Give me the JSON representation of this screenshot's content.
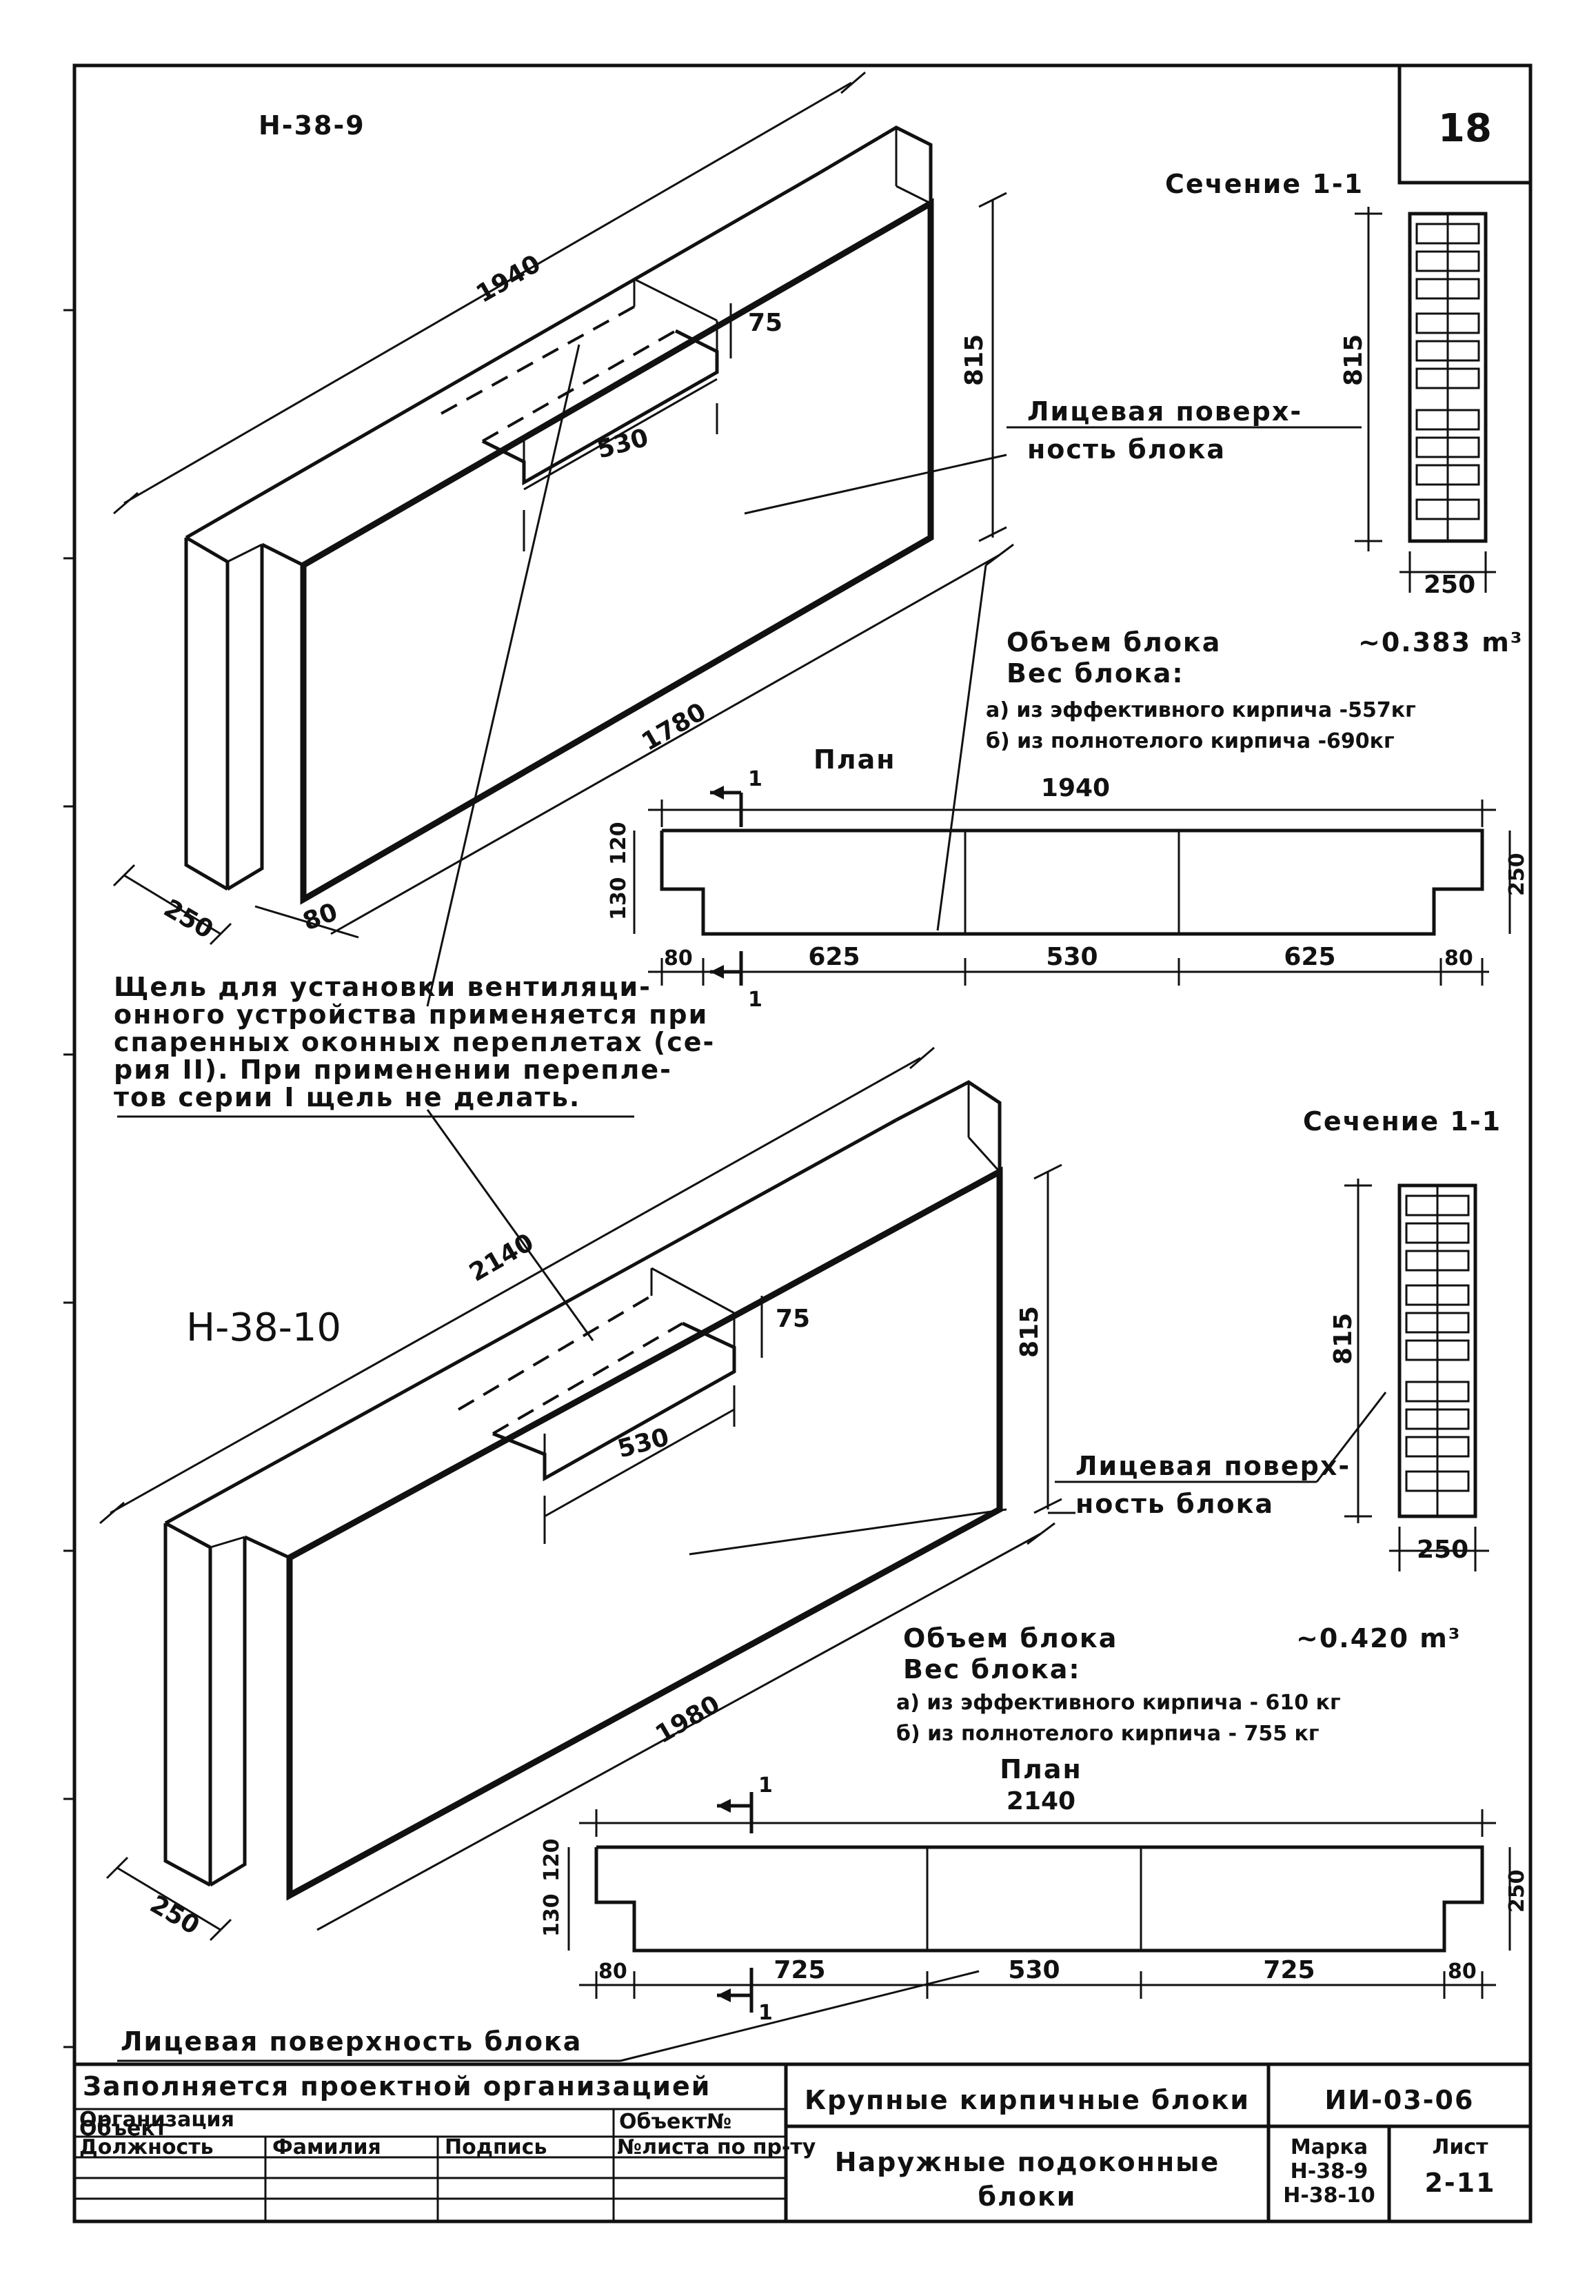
{
  "sheet": {
    "number": "18"
  },
  "block1": {
    "mark": "Н-38-9",
    "length_top": "1940",
    "length_bottom": "1780",
    "height": "815",
    "slot_depth": "75",
    "slot_width": "530",
    "width": "250",
    "rebate": "80",
    "face_label_line1": "Лицевая поверх-",
    "face_label_line2": "ность блока",
    "section_title": "Сечение 1-1",
    "section_height": "815",
    "section_width": "250",
    "volume_label": "Объем блока",
    "volume_value": "~0.383 m³",
    "weight_label": "Вес блока:",
    "weight_a": "а) из эффективного кирпича -557кг",
    "weight_b": "б) из полнотелого кирпича -690кг",
    "plan_title": "План",
    "plan_total": "1940",
    "plan_h1": "120",
    "plan_h2": "130",
    "plan_depth": "250",
    "plan_segments": [
      "80",
      "625",
      "530",
      "625",
      "80"
    ],
    "cut_mark": "1"
  },
  "note": {
    "lines": [
      "Щель для установки вентиляци-",
      "онного устройства применяется при",
      "спаренных оконных переплетах (се-",
      "рия II). При применении перепле-",
      "тов серии I щель не делать."
    ]
  },
  "block2": {
    "mark": "Н-38-10",
    "length_top": "2140",
    "length_bottom": "1980",
    "height": "815",
    "slot_depth": "75",
    "slot_width": "530",
    "width": "250",
    "face_label_line1": "Лицевая поверх-",
    "face_label_line2": "ность блока",
    "section_title": "Сечение 1-1",
    "section_height": "815",
    "section_width": "250",
    "volume_label": "Объем блока",
    "volume_value": "~0.420 m³",
    "weight_label": "Вес блока:",
    "weight_a": "а) из эффективного кирпича - 610 кг",
    "weight_b": "б) из полнотелого кирпича - 755 кг",
    "plan_title": "План",
    "plan_total": "2140",
    "plan_h1": "120",
    "plan_h2": "130",
    "plan_depth": "250",
    "plan_segments": [
      "80",
      "725",
      "530",
      "725",
      "80"
    ],
    "cut_mark": "1",
    "face_bottom_label": "Лицевая поверхность блока"
  },
  "title_block": {
    "filled_by": "Заполняется проектной организацией",
    "organization": "Организация",
    "object": "Объект",
    "position": "Должность",
    "surname": "Фамилия",
    "signature": "Подпись",
    "object_no": "Объект№",
    "sheet_no": "№листа по пр-ту",
    "series_title": "Крупные кирпичные блоки",
    "series_code": "ИИ-03-06",
    "sheet_title_line1": "Наружные подоконные",
    "sheet_title_line2": "блоки",
    "mark_label": "Марка",
    "mark_1": "Н-38-9",
    "mark_2": "Н-38-10",
    "list_label": "Лист",
    "list_value": "2-11"
  }
}
